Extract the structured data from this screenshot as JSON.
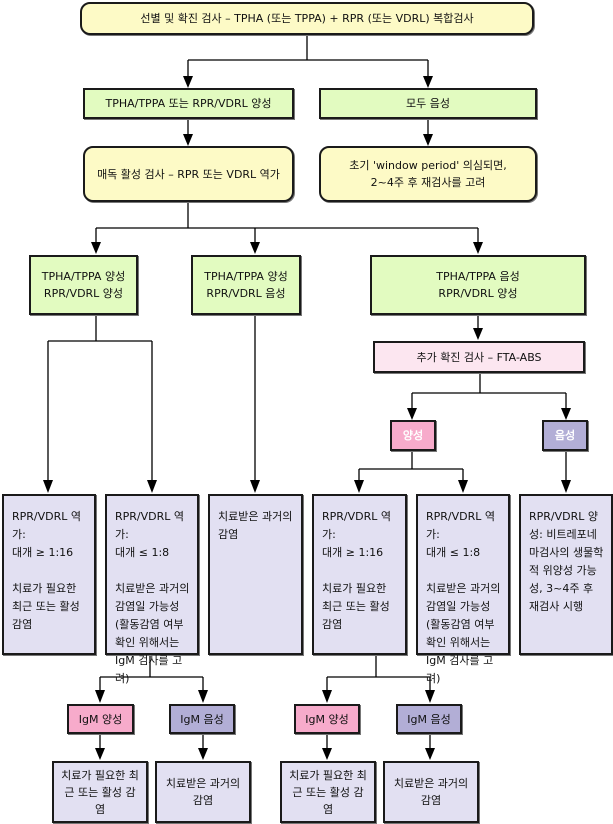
{
  "title_box": "선별 및 확진 검사 – TPHA (또는 TPPA) + RPR (또는 VDRL) 복합검사",
  "level1": {
    "left": "TPHA/TPPA 또는 RPR/VDRL 양성",
    "right": "모두 음성"
  },
  "level2": {
    "left": "매독 활성 검사 – RPR 또는 VDRL 역가",
    "right": "초기 'window period' 의심되면,\n2~4주 후 재검사를 고려"
  },
  "level3": [
    "TPHA/TPPA 양성\nRPR/VDRL 양성",
    "TPHA/TPPA 양성\nRPR/VDRL 음성",
    "TPHA/TPPA 음성\nRPR/VDRL 양성"
  ],
  "fta_box": "추가 확진 검사 – FTA-ABS",
  "fta_results": {
    "positive": "양성",
    "negative": "음성"
  },
  "outcomes": [
    "RPR/VDRL 역가:\n대개 ≥ 1:16\n\n치료가 필요한 최근 또는 활성 감염",
    "RPR/VDRL 역가:\n대개 ≤ 1:8\n\n치료받은 과거의 감염일 가능성 (활동감염 여부 확인 위해서는 IgM 검사를 고려)",
    "치료받은 과거의 감염",
    "RPR/VDRL 역가:\n대개 ≥ 1:16\n\n치료가 필요한 최근 또는 활성 감염",
    "RPR/VDRL 역가:\n대개 ≤ 1:8\n\n치료받은 과거의 감염일 가능성 (활동감염 여부 확인 위해서는 IgM 검사를 고려)",
    "RPR/VDRL 양성: 비트레포네마검사의 생물학적 위양성 가능성, 3~4주 후 재검사 시행"
  ],
  "igm": [
    {
      "label": "IgM 양성",
      "result": "치료가 필요한 최근 또는 활성 감염"
    },
    {
      "label": "IgM 음성",
      "result": "치료받은 과거의 감염"
    },
    {
      "label": "IgM 양성",
      "result": "치료가 필요한 최근 또는 활성 감염"
    },
    {
      "label": "IgM 음성",
      "result": "치료받은 과거의 감염"
    }
  ],
  "colors": {
    "yellow": "#fdfac6",
    "green": "#e2fbc0",
    "pink": "#fce6f0",
    "positive": "#f7abcb",
    "negative": "#b2aed6",
    "outcome": "#e2e0f2"
  }
}
